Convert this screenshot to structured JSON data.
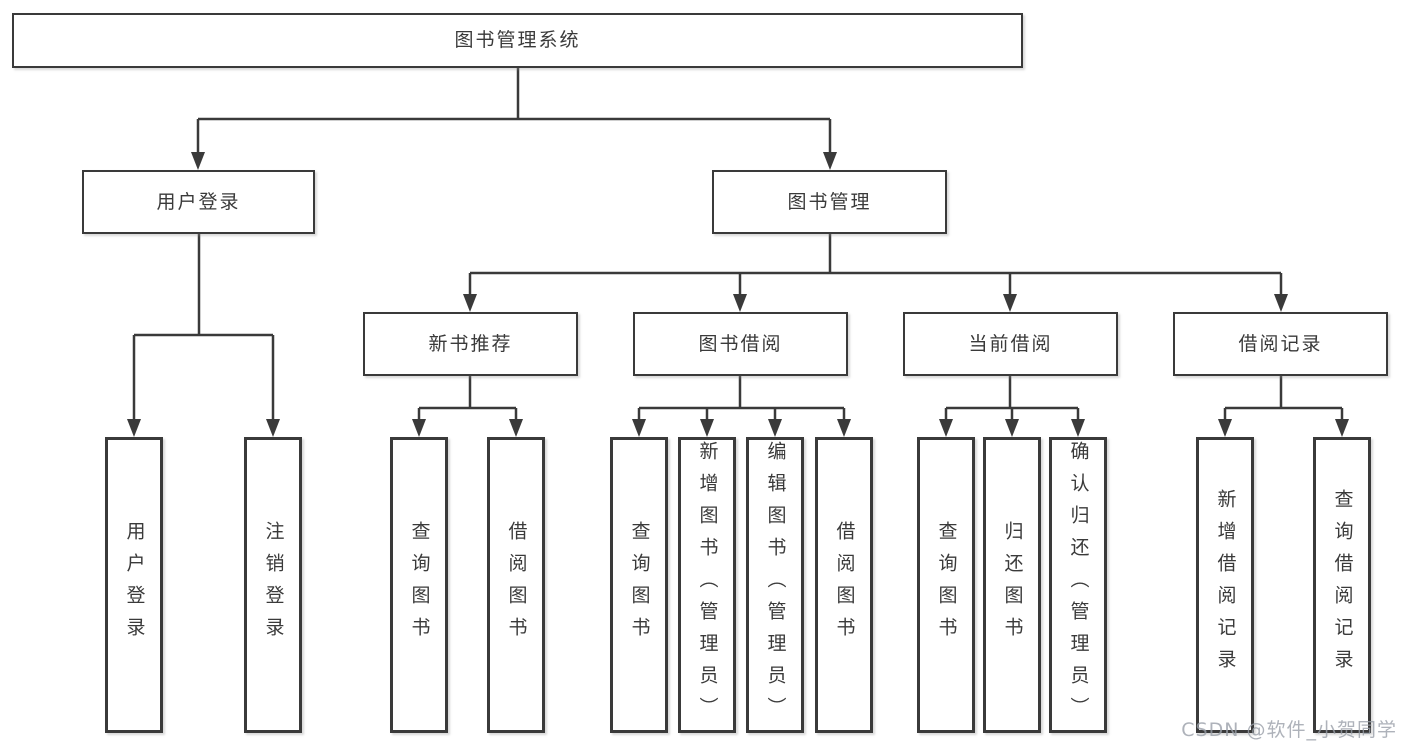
{
  "diagram": {
    "root": {
      "label": "图书管理系统"
    },
    "level2": [
      {
        "label": "用户登录"
      },
      {
        "label": "图书管理"
      }
    ],
    "level3": [
      {
        "label": "新书推荐"
      },
      {
        "label": "图书借阅"
      },
      {
        "label": "当前借阅"
      },
      {
        "label": "借阅记录"
      }
    ],
    "leaves": [
      {
        "label": "用户登录",
        "parent": "用户登录"
      },
      {
        "label": "注销登录",
        "parent": "用户登录"
      },
      {
        "label": "查询图书",
        "parent": "新书推荐"
      },
      {
        "label": "借阅图书",
        "parent": "新书推荐"
      },
      {
        "label": "查询图书",
        "parent": "图书借阅"
      },
      {
        "label": "新增图书（管理员）",
        "parent": "图书借阅"
      },
      {
        "label": "编辑图书（管理员）",
        "parent": "图书借阅"
      },
      {
        "label": "借阅图书",
        "parent": "图书借阅"
      },
      {
        "label": "查询图书",
        "parent": "当前借阅"
      },
      {
        "label": "归还图书",
        "parent": "当前借阅"
      },
      {
        "label": "确认归还（管理员）",
        "parent": "当前借阅"
      },
      {
        "label": "新增借阅记录",
        "parent": "借阅记录"
      },
      {
        "label": "查询借阅记录",
        "parent": "借阅记录"
      }
    ]
  },
  "watermark": "CSDN @软件_小贺同学",
  "colors": {
    "line": "#3a3a3a",
    "text": "#3a3a3a",
    "box_bg": "#ffffff",
    "watermark": "#9aa0a9"
  }
}
